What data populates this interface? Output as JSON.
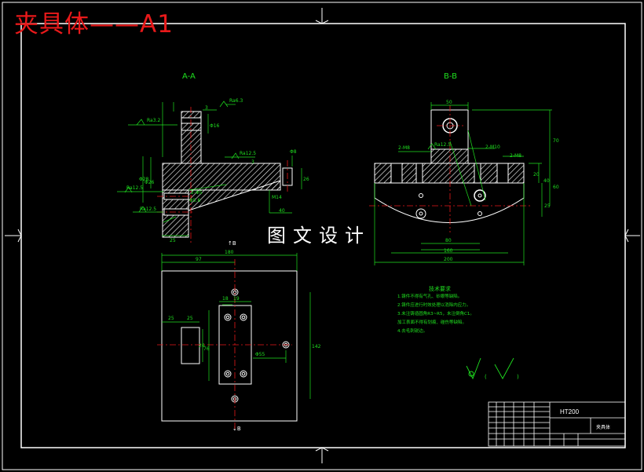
{
  "drawing_title": "夹具体——A1",
  "watermark": "图文设计",
  "views": {
    "section_a": "A-A",
    "section_b": "B-B",
    "plan_cut_top": "↑B",
    "plan_cut_bottom": "↓B"
  },
  "surface_finish": [
    "Ra6.3",
    "Ra3.2",
    "Ra12.5",
    "Ra12.5",
    "Ra12.5",
    "Ra12.5"
  ],
  "dimensions_a": [
    "3",
    "Φ16",
    "Φ26",
    "Φ8",
    "3",
    "Φ28",
    "26",
    "M14",
    "40",
    "25",
    "2-Φ5",
    "Φ5.6"
  ],
  "dimensions_b": [
    "50",
    "2-M8",
    "2-M10",
    "2-M8",
    "70",
    "20",
    "40",
    "60",
    "80",
    "160",
    "200",
    "25"
  ],
  "dimensions_plan": [
    "180",
    "97",
    "19",
    "18",
    "25",
    "25",
    "26",
    "76",
    "Φ55",
    "142"
  ],
  "notes": {
    "title": "技术要求",
    "items": [
      "1.铸件不得有气孔、砂眼等缺陷。",
      "2.铸件应进行时效处理以消除内应力。",
      "3.未注铸造圆角R3~R5，未注倒角C1。",
      "加工表面不得有划痕、碰伤等缺陷。",
      "4.去毛刺锐边。"
    ]
  },
  "title_block": {
    "material": "HT200",
    "part_name": "夹具体"
  },
  "colors": {
    "background": "#000000",
    "outline": "#ffffff",
    "dimension": "#1fe01f",
    "section_hatch": "#ffffff",
    "center_line": "#e8191a",
    "title": "#e8191a"
  }
}
